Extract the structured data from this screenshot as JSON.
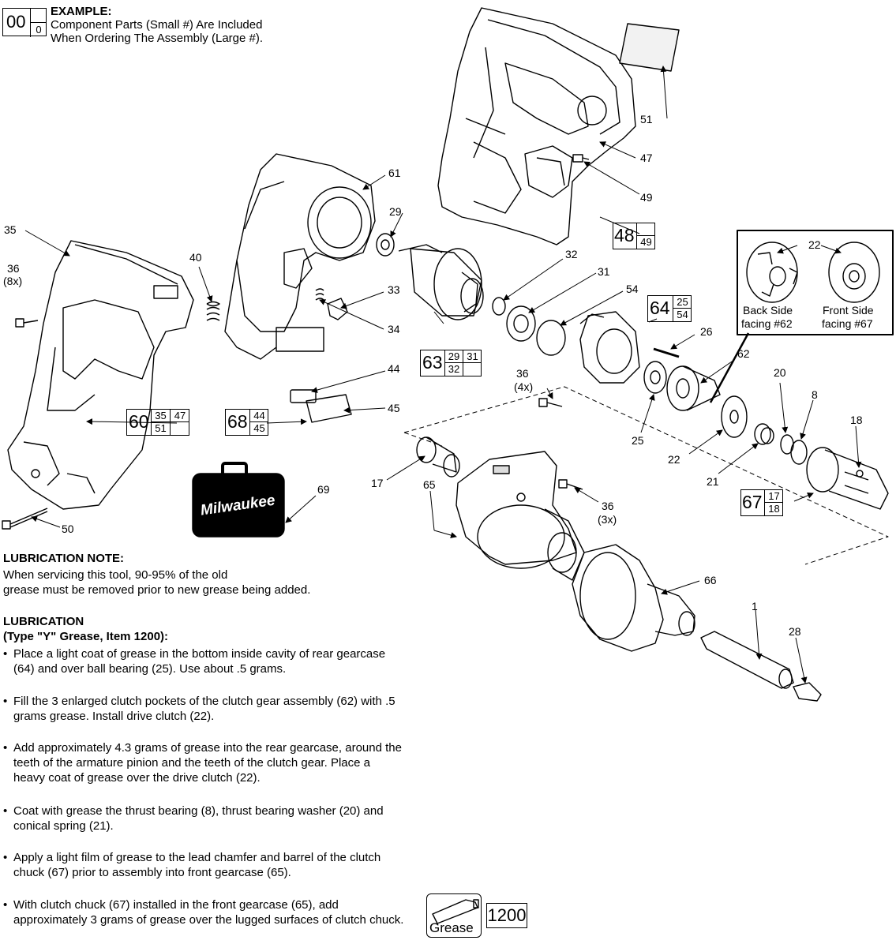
{
  "example": {
    "big": "00",
    "small": "0",
    "heading": "EXAMPLE:",
    "line1": "Component Parts (Small #) Are Included",
    "line2": "When Ordering The Assembly (Large #)."
  },
  "labels": {
    "p35": "35",
    "p36a": "36",
    "p36a_qty": "(8x)",
    "p40": "40",
    "p61": "61",
    "p29": "29",
    "p51": "51",
    "p47": "47",
    "p49": "49",
    "p32": "32",
    "p33": "33",
    "p31": "31",
    "p54": "54",
    "p34": "34",
    "p26": "26",
    "p62": "62",
    "p44": "44",
    "p45": "45",
    "p36b": "36",
    "p36b_qty": "(4x)",
    "p20": "20",
    "p8": "8",
    "p18": "18",
    "p25": "25",
    "p22b": "22",
    "p21": "21",
    "p17": "17",
    "p65": "65",
    "p36c": "36",
    "p36c_qty": "(3x)",
    "p69": "69",
    "p50": "50",
    "p66": "66",
    "p1": "1",
    "p28": "28",
    "p22a": "22"
  },
  "assemblies": {
    "a48": {
      "big": "48",
      "small": [
        "49",
        ""
      ]
    },
    "a64": {
      "big": "64",
      "small": [
        "25",
        "54"
      ]
    },
    "a63": {
      "big": "63",
      "small": [
        "29",
        "31",
        "32",
        ""
      ]
    },
    "a60": {
      "big": "60",
      "small": [
        "35",
        "47",
        "51",
        ""
      ]
    },
    "a68": {
      "big": "68",
      "small": [
        "44",
        "45"
      ]
    },
    "a67": {
      "big": "67",
      "small": [
        "17",
        "18"
      ]
    }
  },
  "inset": {
    "back_line1": "Back Side",
    "back_line2": "facing #62",
    "front_line1": "Front Side",
    "front_line2": "facing #67"
  },
  "case_brand": "Milwaukee",
  "lubrication_note": {
    "heading": "LUBRICATION NOTE:",
    "line1": "When servicing this tool, 90-95% of the old",
    "line2": "grease must be removed prior to new grease being added."
  },
  "lubrication": {
    "heading": "LUBRICATION",
    "subheading": "(Type \"Y\" Grease,  Item 1200):",
    "bullets": [
      "Place a light coat of grease in the bottom inside cavity of rear gearcase (64) and over ball bearing (25). Use about .5 grams.",
      "Fill the 3 enlarged clutch pockets of the clutch gear assembly (62) with .5 grams grease. Install drive clutch (22).",
      "Add approximately 4.3 grams of grease into the rear gearcase, around the teeth of the armature pinion and the teeth of the clutch gear. Place a heavy coat of grease over the drive clutch (22).",
      "Coat with grease the thrust bearing (8), thrust bearing washer (20) and conical spring (21).",
      "Apply a light film of grease to the lead chamfer and barrel of the clutch chuck (67) prior to assembly into front gearcase (65).",
      "With clutch chuck (67) installed in the front gearcase (65), add approximately 3 grams of grease over the lugged surfaces of clutch chuck."
    ]
  },
  "grease": {
    "label": "Grease",
    "item": "1200"
  }
}
